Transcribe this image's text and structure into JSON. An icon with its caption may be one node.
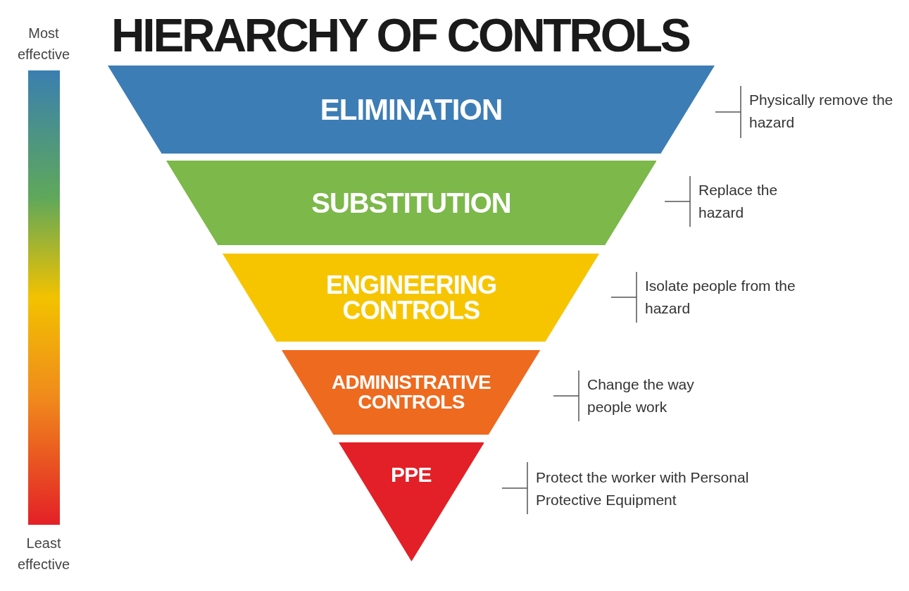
{
  "diagram": {
    "title": "HIERARCHY OF CONTROLS",
    "nodes": [
      {
        "text": [],
        "shape": "bar"
      },
      {
        "text": [
          "ELIMINATION"
        ],
        "beside": [
          "Physically remove the hazard"
        ]
      },
      {
        "text": [
          "SUBSTITUTION"
        ],
        "beside": [
          "Replace the hazard"
        ]
      },
      {
        "text": [
          "ENGINEERING CONTROLS"
        ],
        "beside": [
          "Isolate people from the hazard"
        ]
      },
      {
        "text": [
          "ADMINISTRATIVE CONTROLS"
        ],
        "beside": [
          "Change the way people work"
        ]
      },
      {
        "text": [
          "PPE"
        ],
        "beside": [
          "Protect the worker with Personal Protective Equipment"
        ]
      }
    ],
    "labels": [
      "Most effective",
      "Least effective"
    ]
  }
}
